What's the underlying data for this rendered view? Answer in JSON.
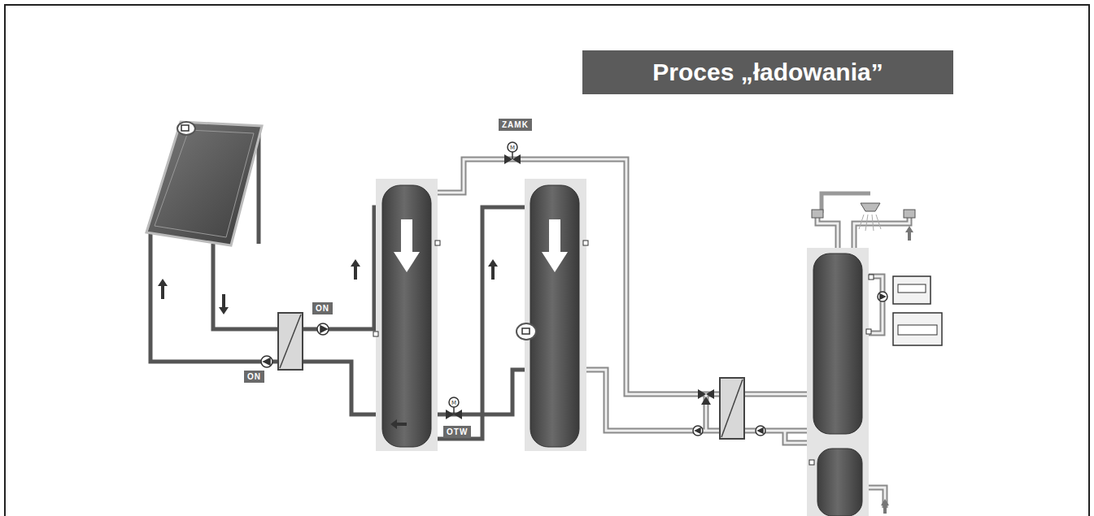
{
  "diagram": {
    "title": "Proces „ładowania”",
    "labels": [
      "ZAMK",
      "ON",
      "ON",
      "OTW"
    ]
  }
}
